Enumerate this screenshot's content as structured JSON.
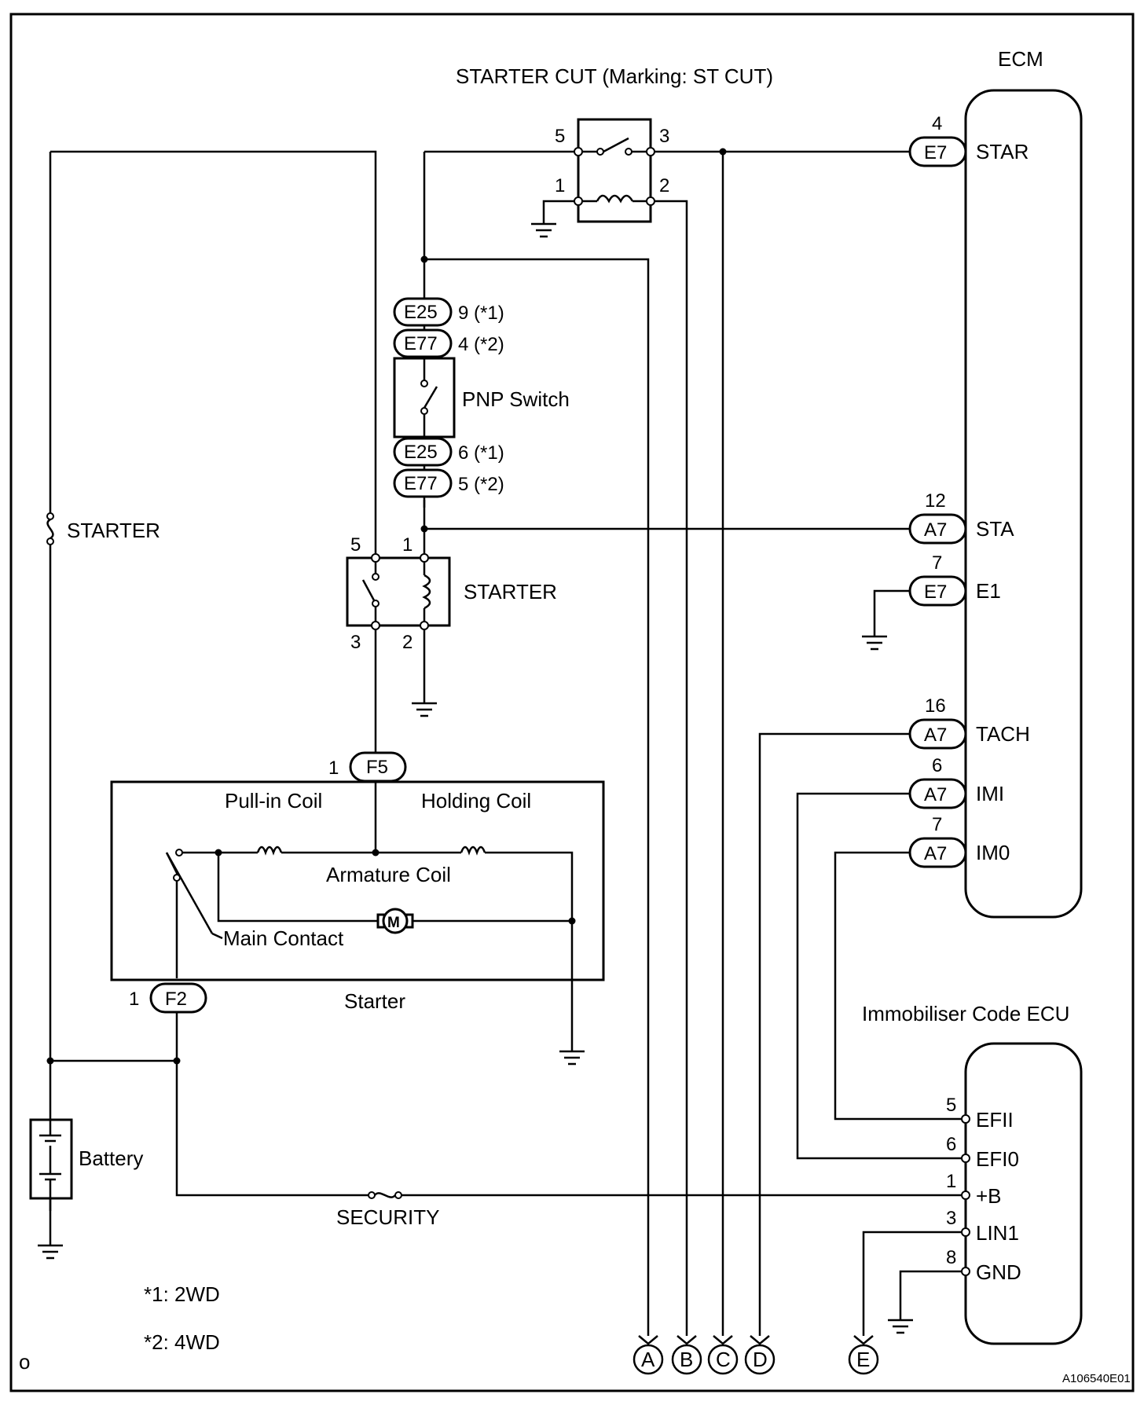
{
  "labels": {
    "st_cut_relay": "STARTER CUT (Marking: ST CUT)",
    "ecm": "ECM",
    "pnp_switch": "PNP Switch",
    "starter_fuse": "STARTER",
    "starter_relay": "STARTER",
    "pull_in_coil": "Pull-in Coil",
    "holding_coil": "Holding Coil",
    "armature_coil": "Armature Coil",
    "main_contact": "Main Contact",
    "starter": "Starter",
    "battery": "Battery",
    "security": "SECURITY",
    "immobiliser": "Immobiliser Code ECU",
    "motor_symbol": "M"
  },
  "footnotes": {
    "n1": "*1: 2WD",
    "n2": "*2: 4WD"
  },
  "corner_mark": "o",
  "figure_id": "A106540E01",
  "st_cut_pins": {
    "p5": "5",
    "p3": "3",
    "p1": "1",
    "p2": "2"
  },
  "starter_relay_pins": {
    "p5": "5",
    "p1": "1",
    "p3": "3",
    "p2": "2"
  },
  "pnp_connectors": {
    "top1": {
      "conn": "E25",
      "pin": "9 (*1)"
    },
    "top2": {
      "conn": "E77",
      "pin": "4 (*2)"
    },
    "bot1": {
      "conn": "E25",
      "pin": "6 (*1)"
    },
    "bot2": {
      "conn": "E77",
      "pin": "5 (*2)"
    }
  },
  "starter_connectors": {
    "f5": {
      "conn": "F5",
      "pin": "1"
    },
    "f2": {
      "conn": "F2",
      "pin": "1"
    }
  },
  "ecm_terminals": {
    "star": {
      "pin": "4",
      "conn": "E7",
      "name": "STAR"
    },
    "sta": {
      "pin": "12",
      "conn": "A7",
      "name": "STA"
    },
    "e1": {
      "pin": "7",
      "conn": "E7",
      "name": "E1"
    },
    "tach": {
      "pin": "16",
      "conn": "A7",
      "name": "TACH"
    },
    "imi": {
      "pin": "6",
      "conn": "A7",
      "name": "IMI"
    },
    "imo": {
      "pin": "7",
      "conn": "A7",
      "name": "IM0"
    }
  },
  "immobiliser_terminals": {
    "efii": {
      "pin": "5",
      "name": "EFII"
    },
    "efio": {
      "pin": "6",
      "name": "EFI0"
    },
    "b": {
      "pin": "1",
      "name": "+B"
    },
    "lin1": {
      "pin": "3",
      "name": "LIN1"
    },
    "gnd": {
      "pin": "8",
      "name": "GND"
    }
  },
  "offpage": {
    "a": "A",
    "b": "B",
    "c": "C",
    "d": "D",
    "e": "E"
  }
}
